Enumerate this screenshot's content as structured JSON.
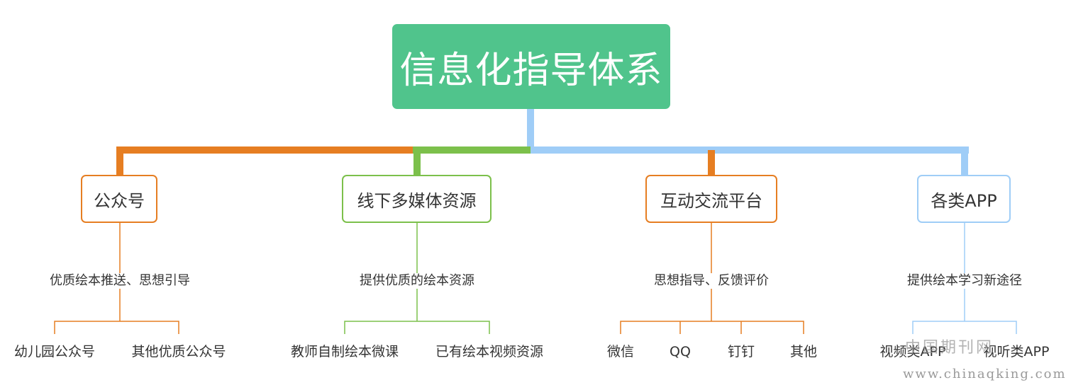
{
  "root": {
    "title": "信息化指导体系"
  },
  "branches": [
    {
      "title": "公众号",
      "color": "#e67e22",
      "description": "优质绘本推送、思想引导",
      "leaves": [
        "幼儿园公众号",
        "其他优质公众号"
      ]
    },
    {
      "title": "线下多媒体资源",
      "color": "#7cc04b",
      "description": "提供优质的绘本资源",
      "leaves": [
        "教师自制绘本微课",
        "已有绘本视频资源"
      ]
    },
    {
      "title": "互动交流平台",
      "color": "#e67e22",
      "description": "思想指导、反馈评价",
      "leaves": [
        "微信",
        "QQ",
        "钉钉",
        "其他"
      ]
    },
    {
      "title": "各类APP",
      "color": "#9fcdf7",
      "description": "提供绘本学习新途径",
      "leaves": [
        "视频类APP",
        "视听类APP"
      ]
    }
  ],
  "watermark": {
    "line1": "中国期刊网",
    "line2": "www.chinaqking.com"
  }
}
